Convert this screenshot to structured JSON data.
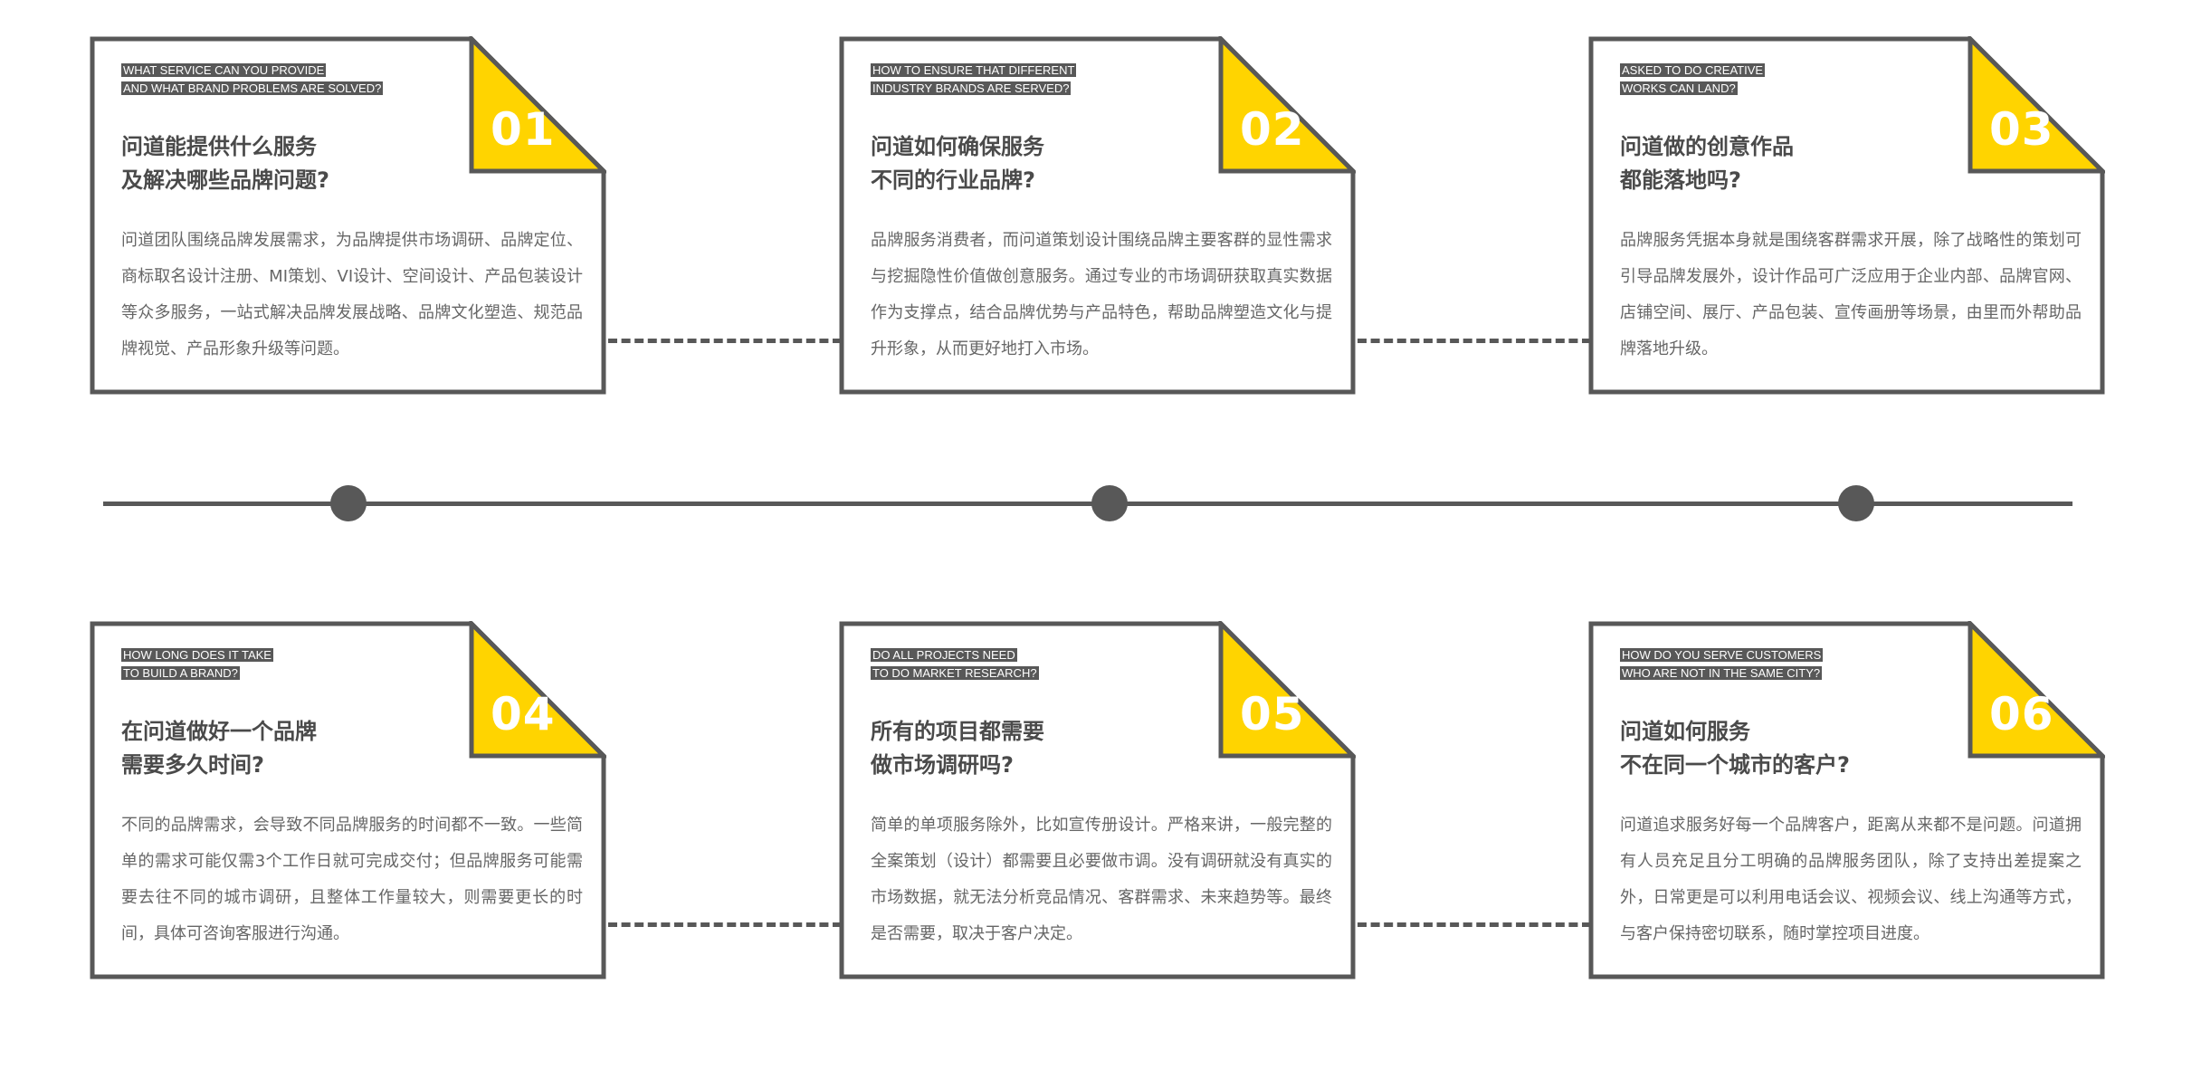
{
  "colors": {
    "accent": "#FFD400",
    "line": "#585858",
    "text": "#666666"
  },
  "cards": [
    {
      "num": "01",
      "en1": "WHAT SERVICE CAN YOU PROVIDE",
      "en2": "AND WHAT BRAND PROBLEMS ARE SOLVED?",
      "title1": "问道能提供什么服务",
      "title2": "及解决哪些品牌问题?",
      "body": "问道团队围绕品牌发展需求，为品牌提供市场调研、品牌定位、商标取名设计注册、MI策划、VI设计、空间设计、产品包装设计等众多服务，一站式解决品牌发展战略、品牌文化塑造、规范品牌视觉、产品形象升级等问题。"
    },
    {
      "num": "02",
      "en1": "HOW TO ENSURE THAT DIFFERENT",
      "en2": "INDUSTRY BRANDS ARE SERVED?",
      "title1": "问道如何确保服务",
      "title2": "不同的行业品牌?",
      "body": "品牌服务消费者，而问道策划设计围绕品牌主要客群的显性需求与挖掘隐性价值做创意服务。通过专业的市场调研获取真实数据作为支撑点，结合品牌优势与产品特色，帮助品牌塑造文化与提升形象，从而更好地打入市场。"
    },
    {
      "num": "03",
      "en1": "ASKED TO DO CREATIVE",
      "en2": "WORKS CAN LAND?",
      "title1": "问道做的创意作品",
      "title2": "都能落地吗?",
      "body": "品牌服务凭据本身就是围绕客群需求开展，除了战略性的策划可引导品牌发展外，设计作品可广泛应用于企业内部、品牌官网、店铺空间、展厅、产品包装、宣传画册等场景，由里而外帮助品牌落地升级。"
    },
    {
      "num": "04",
      "en1": "HOW LONG DOES IT TAKE",
      "en2": "TO BUILD A BRAND?",
      "title1": "在问道做好一个品牌",
      "title2": "需要多久时间?",
      "body": "不同的品牌需求，会导致不同品牌服务的时间都不一致。一些简单的需求可能仅需3个工作日就可完成交付；但品牌服务可能需要去往不同的城市调研，且整体工作量较大，则需要更长的时间，具体可咨询客服进行沟通。"
    },
    {
      "num": "05",
      "en1": "DO ALL PROJECTS NEED",
      "en2": "TO DO MARKET RESEARCH?",
      "title1": "所有的项目都需要",
      "title2": "做市场调研吗?",
      "body": "简单的单项服务除外，比如宣传册设计。严格来讲，一般完整的全案策划（设计）都需要且必要做市调。没有调研就没有真实的市场数据，就无法分析竞品情况、客群需求、未来趋势等。最终是否需要，取决于客户决定。"
    },
    {
      "num": "06",
      "en1": "HOW DO YOU SERVE CUSTOMERS",
      "en2": "WHO ARE NOT IN THE SAME CITY?",
      "title1": "问道如何服务",
      "title2": "不在同一个城市的客户?",
      "body": "问道追求服务好每一个品牌客户，距离从来都不是问题。问道拥有人员充足且分工明确的品牌服务团队，除了支持出差提案之外，日常更是可以利用电话会议、视频会议、线上沟通等方式，与客户保持密切联系，随时掌控项目进度。"
    }
  ]
}
